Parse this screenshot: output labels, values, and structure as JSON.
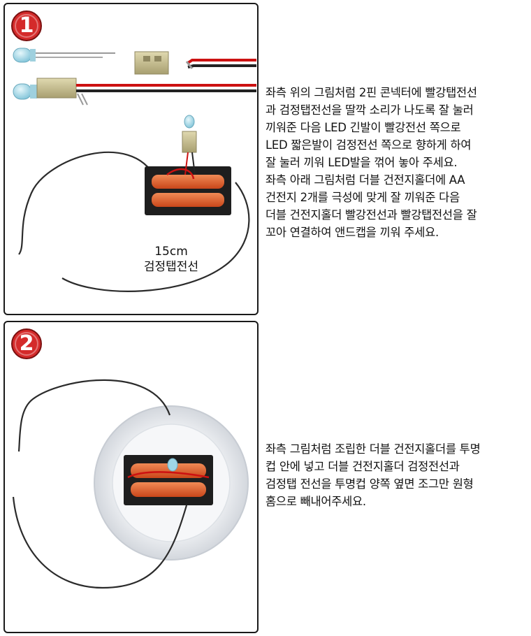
{
  "steps": [
    {
      "number": "1",
      "wire_caption_line1": "15cm",
      "wire_caption_line2": "검정탭전선",
      "instruction_lines": [
        "좌측  위의 그림처럼 2핀 콘넥터에 빨강탭전선",
        "과 검정탭전선을 딸깍 소리가 나도록 잘 눌러",
        "끼워준 다음 LED 긴발이 빨강전선 쪽으로",
        "LED 짧은발이 검정전선 쪽으로 향하게 하여",
        "잘 눌러 끼워 LED발을 꺾어 놓아 주세요.",
        "좌측 아래 그림처럼 더블 건전지홀더에 AA",
        "건전지 2개를 극성에 맞게 잘 끼워준 다음",
        "더블 건전지홀더 빨강전선과 빨강탭전선을 잘",
        "꼬아 연결하여 앤드캡을 끼워 주세요."
      ]
    },
    {
      "number": "2",
      "instruction_lines": [
        "좌측 그림처럼 조립한 더블 건전지홀더를 투명",
        "컵 안에 넣고 더블 건전지홀더 검정전선과",
        "검정탭 전선을 투명컵 양쪽 옆면 조그만 원형",
        "홈으로 빼내어주세요."
      ]
    }
  ],
  "colors": {
    "badge_red": "#d42a2a",
    "wire_red": "#cc1111",
    "wire_black": "#222222",
    "battery_orange": "#e8622a",
    "connector_beige": "#cfc79a",
    "led_blue": "#9fd6e6"
  }
}
